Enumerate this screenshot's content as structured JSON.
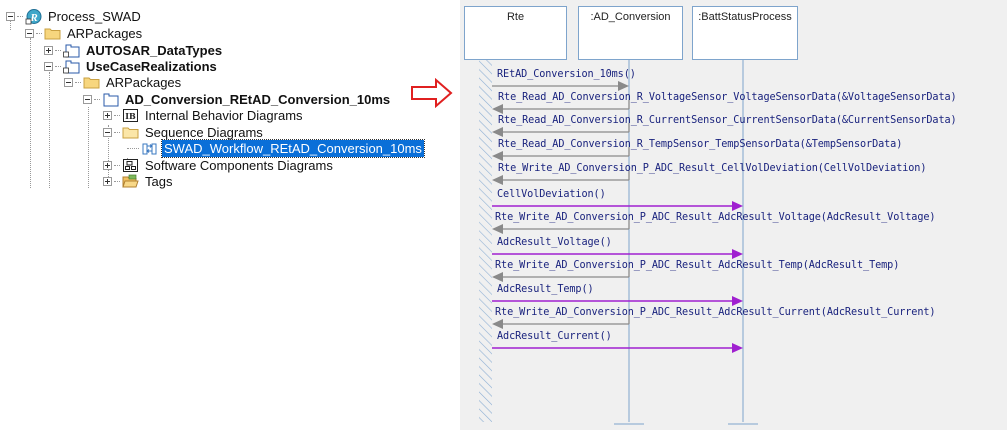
{
  "tree": {
    "items": [
      {
        "label": "Process_SWAD",
        "icon": "rhapsody-project-icon",
        "expanded": true,
        "bold": false
      },
      {
        "label": "ARPackages",
        "icon": "folder-icon",
        "expanded": true,
        "bold": false
      },
      {
        "label": "AUTOSAR_DataTypes",
        "icon": "package-icon",
        "expanded": false,
        "bold": true
      },
      {
        "label": "UseCaseRealizations",
        "icon": "package-icon",
        "expanded": true,
        "bold": true
      },
      {
        "label": "ARPackages",
        "icon": "folder-icon",
        "expanded": true,
        "bold": false
      },
      {
        "label": "AD_Conversion_REtAD_Conversion_10ms",
        "icon": "package-icon",
        "expanded": true,
        "bold": true
      },
      {
        "label": "Internal Behavior Diagrams",
        "icon": "ib-diagram-icon",
        "expanded": false,
        "bold": false
      },
      {
        "label": "Sequence Diagrams",
        "icon": "folder-icon",
        "expanded": true,
        "bold": false
      },
      {
        "label": "SWAD_Workflow_REtAD_Conversion_10ms",
        "icon": "sequence-diagram-icon",
        "selected": true,
        "bold": false
      },
      {
        "label": "Software Components Diagrams",
        "icon": "component-diagram-icon",
        "expanded": false,
        "bold": false
      },
      {
        "label": "Tags",
        "icon": "tags-folder-icon",
        "expanded": false,
        "bold": false
      }
    ]
  },
  "arrow": {
    "icon": "right-arrow-icon",
    "color": "#e02020"
  },
  "diagram": {
    "lifelines": [
      {
        "name": "Rte"
      },
      {
        "name": ":AD_Conversion"
      },
      {
        "name": ":BattStatusProcess"
      }
    ],
    "messages": [
      {
        "label": "REtAD_Conversion_10ms()",
        "from": 0,
        "to": 1,
        "kind": "call"
      },
      {
        "label": "Rte_Read_AD_Conversion_R_VoltageSensor_VoltageSensorData(&VoltageSensorData)",
        "from": 1,
        "to": 0,
        "kind": "call"
      },
      {
        "label": "Rte_Read_AD_Conversion_R_CurrentSensor_CurrentSensorData(&CurrentSensorData)",
        "from": 1,
        "to": 0,
        "kind": "call"
      },
      {
        "label": "Rte_Read_AD_Conversion_R_TempSensor_TempSensorData(&TempSensorData)",
        "from": 1,
        "to": 0,
        "kind": "call"
      },
      {
        "label": "Rte_Write_AD_Conversion_P_ADC_Result_CellVolDeviation(CellVolDeviation)",
        "from": 1,
        "to": 0,
        "kind": "call"
      },
      {
        "label": "CellVolDeviation()",
        "from": 0,
        "to": 2,
        "kind": "event"
      },
      {
        "label": "Rte_Write_AD_Conversion_P_ADC_Result_AdcResult_Voltage(AdcResult_Voltage)",
        "from": 1,
        "to": 0,
        "kind": "call"
      },
      {
        "label": "AdcResult_Voltage()",
        "from": 0,
        "to": 2,
        "kind": "event"
      },
      {
        "label": "Rte_Write_AD_Conversion_P_ADC_Result_AdcResult_Temp(AdcResult_Temp)",
        "from": 1,
        "to": 0,
        "kind": "call"
      },
      {
        "label": "AdcResult_Temp()",
        "from": 0,
        "to": 2,
        "kind": "event"
      },
      {
        "label": "Rte_Write_AD_Conversion_P_ADC_Result_AdcResult_Current(AdcResult_Current)",
        "from": 1,
        "to": 0,
        "kind": "call"
      },
      {
        "label": "AdcResult_Current()",
        "from": 0,
        "to": 2,
        "kind": "event"
      }
    ],
    "colors": {
      "call": "#8a8a8a",
      "event": "#a020d0",
      "lifeline": "#7ea4cc",
      "text": "#1a237e"
    }
  }
}
